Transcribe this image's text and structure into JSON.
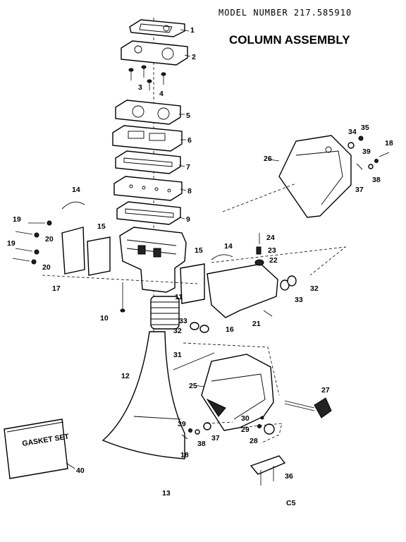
{
  "header": {
    "model_number": "MODEL NUMBER 217.585910",
    "title": "COLUMN ASSEMBLY"
  },
  "gasket_set_label": "GASKET SET",
  "page_code": "C5",
  "callouts": [
    {
      "id": "c1",
      "text": "1"
    },
    {
      "id": "c2",
      "text": "2"
    },
    {
      "id": "c3",
      "text": "3"
    },
    {
      "id": "c4",
      "text": "4"
    },
    {
      "id": "c5",
      "text": "5"
    },
    {
      "id": "c6",
      "text": "6"
    },
    {
      "id": "c7",
      "text": "7"
    },
    {
      "id": "c8",
      "text": "8"
    },
    {
      "id": "c9",
      "text": "9"
    },
    {
      "id": "c10",
      "text": "10"
    },
    {
      "id": "c11",
      "text": "11"
    },
    {
      "id": "c12",
      "text": "12"
    },
    {
      "id": "c13",
      "text": "13"
    },
    {
      "id": "c14a",
      "text": "14"
    },
    {
      "id": "c14b",
      "text": "14"
    },
    {
      "id": "c15a",
      "text": "15"
    },
    {
      "id": "c15b",
      "text": "15"
    },
    {
      "id": "c16",
      "text": "16"
    },
    {
      "id": "c17",
      "text": "17"
    },
    {
      "id": "c18a",
      "text": "18"
    },
    {
      "id": "c18b",
      "text": "18"
    },
    {
      "id": "c19a",
      "text": "19"
    },
    {
      "id": "c19b",
      "text": "19"
    },
    {
      "id": "c20a",
      "text": "20"
    },
    {
      "id": "c20b",
      "text": "20"
    },
    {
      "id": "c21",
      "text": "21"
    },
    {
      "id": "c22",
      "text": "22"
    },
    {
      "id": "c23",
      "text": "23"
    },
    {
      "id": "c24",
      "text": "24"
    },
    {
      "id": "c25",
      "text": "25"
    },
    {
      "id": "c26",
      "text": "26"
    },
    {
      "id": "c27",
      "text": "27"
    },
    {
      "id": "c28",
      "text": "28"
    },
    {
      "id": "c29",
      "text": "29"
    },
    {
      "id": "c30",
      "text": "30"
    },
    {
      "id": "c31",
      "text": "31"
    },
    {
      "id": "c32a",
      "text": "32"
    },
    {
      "id": "c32b",
      "text": "32"
    },
    {
      "id": "c33a",
      "text": "33"
    },
    {
      "id": "c33b",
      "text": "33"
    },
    {
      "id": "c34",
      "text": "34"
    },
    {
      "id": "c35",
      "text": "35"
    },
    {
      "id": "c36",
      "text": "36"
    },
    {
      "id": "c37a",
      "text": "37"
    },
    {
      "id": "c37b",
      "text": "37"
    },
    {
      "id": "c38a",
      "text": "38"
    },
    {
      "id": "c38b",
      "text": "38"
    },
    {
      "id": "c39a",
      "text": "39"
    },
    {
      "id": "c39b",
      "text": "39"
    },
    {
      "id": "c40",
      "text": "40"
    }
  ]
}
